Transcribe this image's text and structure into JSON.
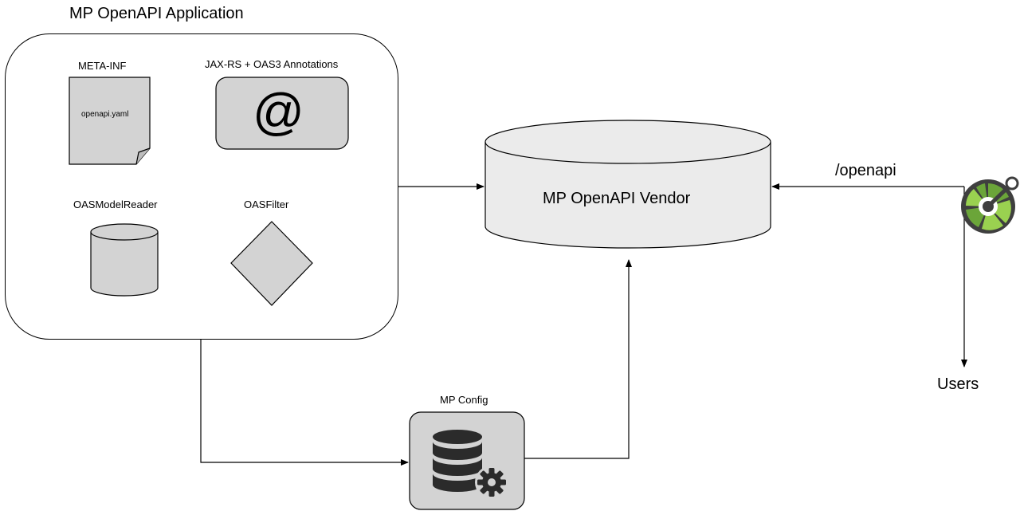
{
  "app_title": "MP OpenAPI Application",
  "meta_inf_label": "META-INF",
  "openapi_yaml_label": "openapi.yaml",
  "annotations_label": "JAX-RS + OAS3 Annotations",
  "annotation_symbol": "@",
  "model_reader_label": "OASModelReader",
  "filter_label": "OASFilter",
  "vendor_label": "MP OpenAPI Vendor",
  "endpoint_label": "/openapi",
  "users_label": "Users",
  "config_label": "MP Config",
  "colors": {
    "shape_fill": "#d3d3d3",
    "vendor_fill": "#ebebeb",
    "logo_dark": "#3f3f3f",
    "logo_green_dark": "#6ba539",
    "logo_green_light": "#9ad150",
    "config_icon": "#2b2b2b"
  },
  "icons": [
    "document-icon",
    "at-sign-icon",
    "cylinder-icon",
    "diamond-icon",
    "database-gear-icon",
    "openapi-logo-icon"
  ]
}
